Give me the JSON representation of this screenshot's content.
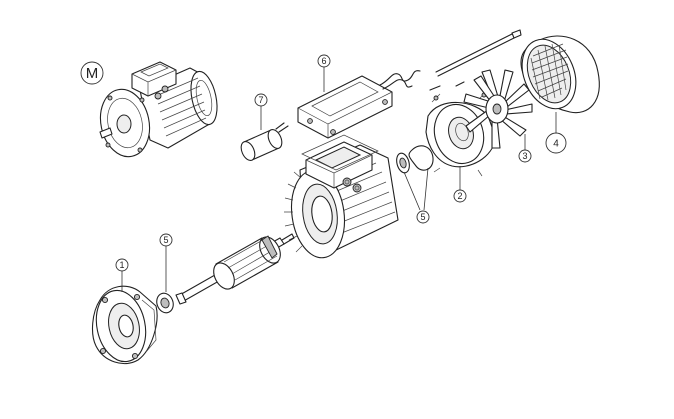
{
  "symbol": {
    "label": "M"
  },
  "callouts": [
    {
      "id": "c1",
      "label": "1"
    },
    {
      "id": "c2",
      "label": "2"
    },
    {
      "id": "c3",
      "label": "3"
    },
    {
      "id": "c4",
      "label": "4"
    },
    {
      "id": "c5a",
      "label": "5"
    },
    {
      "id": "c5b",
      "label": "5"
    },
    {
      "id": "c6",
      "label": "6"
    },
    {
      "id": "c7",
      "label": "7"
    }
  ],
  "highlight": {
    "callout": "c4",
    "color": "#e0141e"
  }
}
